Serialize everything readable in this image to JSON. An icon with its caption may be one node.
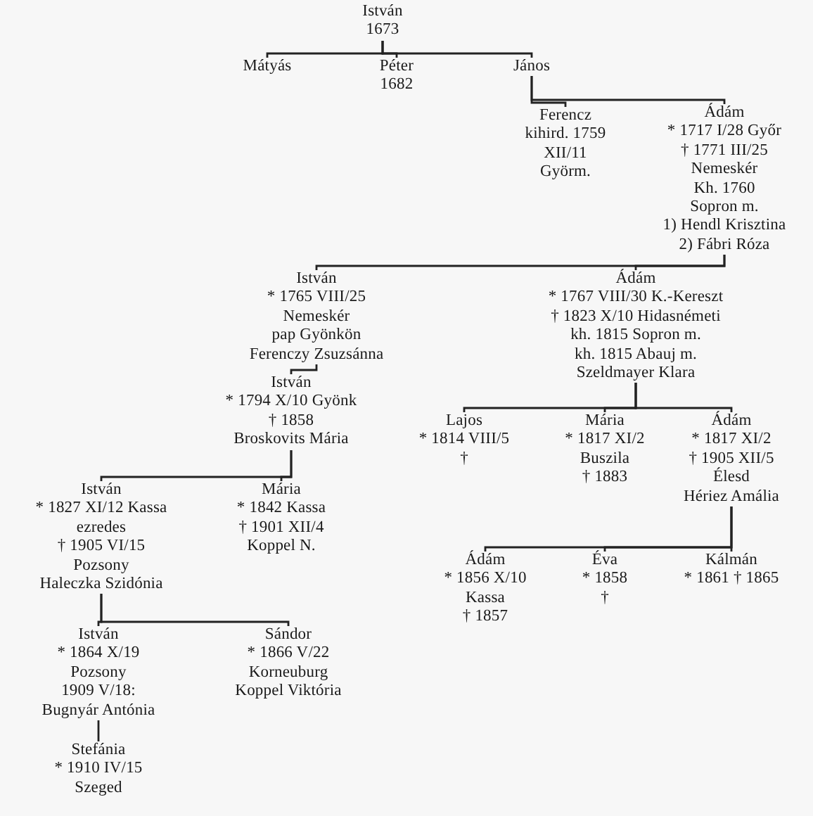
{
  "diagram": {
    "nodes": [
      {
        "text": [
          "István",
          "1673"
        ]
      },
      {
        "text": [
          "Mátyás"
        ]
      },
      {
        "text": [
          "Péter",
          "1682"
        ]
      },
      {
        "text": [
          "János"
        ]
      },
      {
        "text": [
          "Ferencz",
          "kihird. 1759",
          "XII/11",
          "Györm."
        ]
      },
      {
        "text": [
          "Ádám",
          "* 1717 I/28 Győr",
          "† 1771 III/25",
          "Nemeskér",
          "Kh. 1760",
          "Sopron m.",
          "1) Hendl Krisztina",
          "2) Fábri Róza"
        ]
      },
      {
        "text": [
          "István",
          "* 1765 VIII/25",
          "Nemeskér",
          "pap Gyönkön",
          "Ferenczy Zsuzsánna"
        ]
      },
      {
        "text": [
          "Ádám",
          "* 1767 VIII/30 K.-Kereszt",
          "† 1823 X/10 Hidasnémeti",
          "kh. 1815 Sopron m.",
          "kh. 1815 Abauj m.",
          "Szeldmayer Klara"
        ]
      },
      {
        "text": [
          "István",
          "* 1794 X/10 Gyönk",
          "† 1858",
          "Broskovits Mária"
        ]
      },
      {
        "text": [
          "Lajos",
          "* 1814 VIII/5",
          "†"
        ]
      },
      {
        "text": [
          "Mária",
          "* 1817 XI/2",
          "Buszila",
          "† 1883"
        ]
      },
      {
        "text": [
          "Ádám",
          "* 1817 XI/2",
          "† 1905 XII/5",
          "Élesd",
          "Hériez Amália"
        ]
      },
      {
        "text": [
          "István",
          "* 1827 XI/12 Kassa",
          "ezredes",
          "† 1905 VI/15",
          "Pozsony",
          "Haleczka Szidónia"
        ]
      },
      {
        "text": [
          "Mária",
          "* 1842 Kassa",
          "† 1901 XII/4",
          "Koppel N."
        ]
      },
      {
        "text": [
          "Ádám",
          "* 1856 X/10",
          "Kassa",
          "† 1857"
        ]
      },
      {
        "text": [
          "Éva",
          "* 1858",
          "†"
        ]
      },
      {
        "text": [
          "Kálmán",
          "* 1861 † 1865"
        ]
      },
      {
        "text": [
          "István",
          "* 1864 X/19",
          "Pozsony",
          "1909 V/18:",
          "Bugnyár Antónia"
        ]
      },
      {
        "text": [
          "Sándor",
          "* 1866 V/22",
          "Korneuburg",
          "Koppel Viktória"
        ]
      },
      {
        "text": [
          "Stefánia",
          "* 1910 IV/15",
          "Szeged"
        ]
      }
    ],
    "edges": [
      {
        "from": 0,
        "to": 1,
        "arrow": "none"
      },
      {
        "from": 0,
        "to": 2,
        "arrow": "none"
      },
      {
        "from": 0,
        "to": 3,
        "arrow": "none"
      },
      {
        "from": 3,
        "to": 4,
        "arrow": "none"
      },
      {
        "from": 3,
        "to": 5,
        "arrow": "none"
      },
      {
        "from": 5,
        "to": 6,
        "arrow": "none"
      },
      {
        "from": 5,
        "to": 7,
        "arrow": "none"
      },
      {
        "from": 6,
        "to": 8,
        "arrow": "none"
      },
      {
        "from": 7,
        "to": 9,
        "arrow": "none"
      },
      {
        "from": 7,
        "to": 10,
        "arrow": "none"
      },
      {
        "from": 7,
        "to": 11,
        "arrow": "none"
      },
      {
        "from": 8,
        "to": 12,
        "arrow": "none"
      },
      {
        "from": 8,
        "to": 13,
        "arrow": "none"
      },
      {
        "from": 11,
        "to": 14,
        "arrow": "none"
      },
      {
        "from": 11,
        "to": 15,
        "arrow": "none"
      },
      {
        "from": 11,
        "to": 16,
        "arrow": "none"
      },
      {
        "from": 12,
        "to": 17,
        "arrow": "none"
      },
      {
        "from": 12,
        "to": 18,
        "arrow": "none"
      },
      {
        "from": 17,
        "to": 19,
        "arrow": "none"
      }
    ]
  }
}
